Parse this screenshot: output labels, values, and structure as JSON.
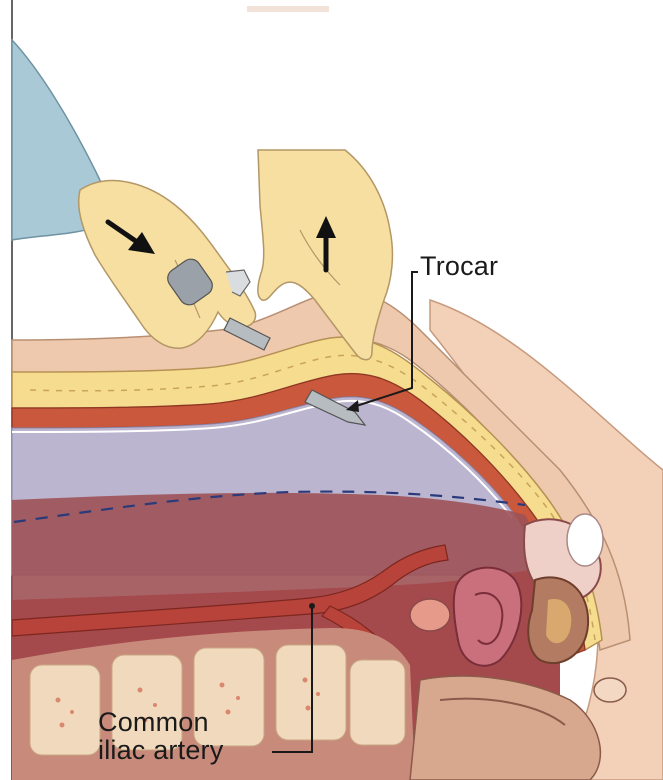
{
  "labels": {
    "trocar": "Trocar",
    "iliac_line1": "Common",
    "iliac_line2": "iliac artery"
  },
  "colors": {
    "skin": "#f6dfa0",
    "skin_outline": "#b49766",
    "fat_layer": "#f4d98a",
    "muscle": "#c4553a",
    "peritoneal_cavity": "#b9b3cc",
    "viscera": "#a3555a",
    "artery": "#b8433a",
    "vertebra": "#f1d9bd",
    "sleeve": "#a9c9d6",
    "dashed_line": "#2a3a7a",
    "leader_line": "#1a1a1a"
  },
  "icons": [
    "arrow-down-right-icon",
    "arrow-up-icon",
    "trocar-instrument-icon"
  ]
}
